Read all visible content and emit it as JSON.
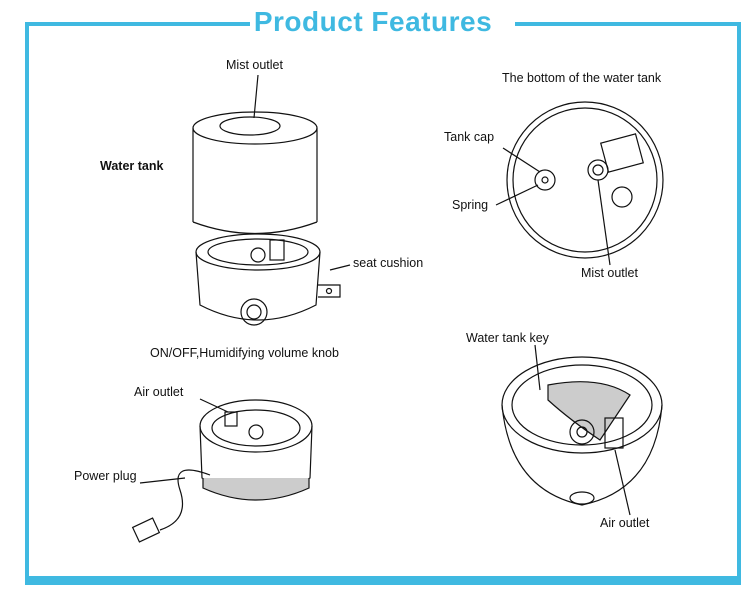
{
  "title": "Product Features",
  "accent_color": "#3fb9e1",
  "labels": {
    "mist_outlet_top": "Mist outlet",
    "water_tank": "Water tank",
    "seat_cushion": "seat cushion",
    "knob": "ON/OFF,Humidifying volume knob",
    "bottom_of_tank": "The bottom of the water tank",
    "tank_cap": "Tank cap",
    "spring": "Spring",
    "mist_outlet_bottom": "Mist outlet",
    "water_tank_key": "Water tank key",
    "air_outlet_left": "Air outlet",
    "power_plug": "Power plug",
    "air_outlet_right": "Air outlet"
  }
}
